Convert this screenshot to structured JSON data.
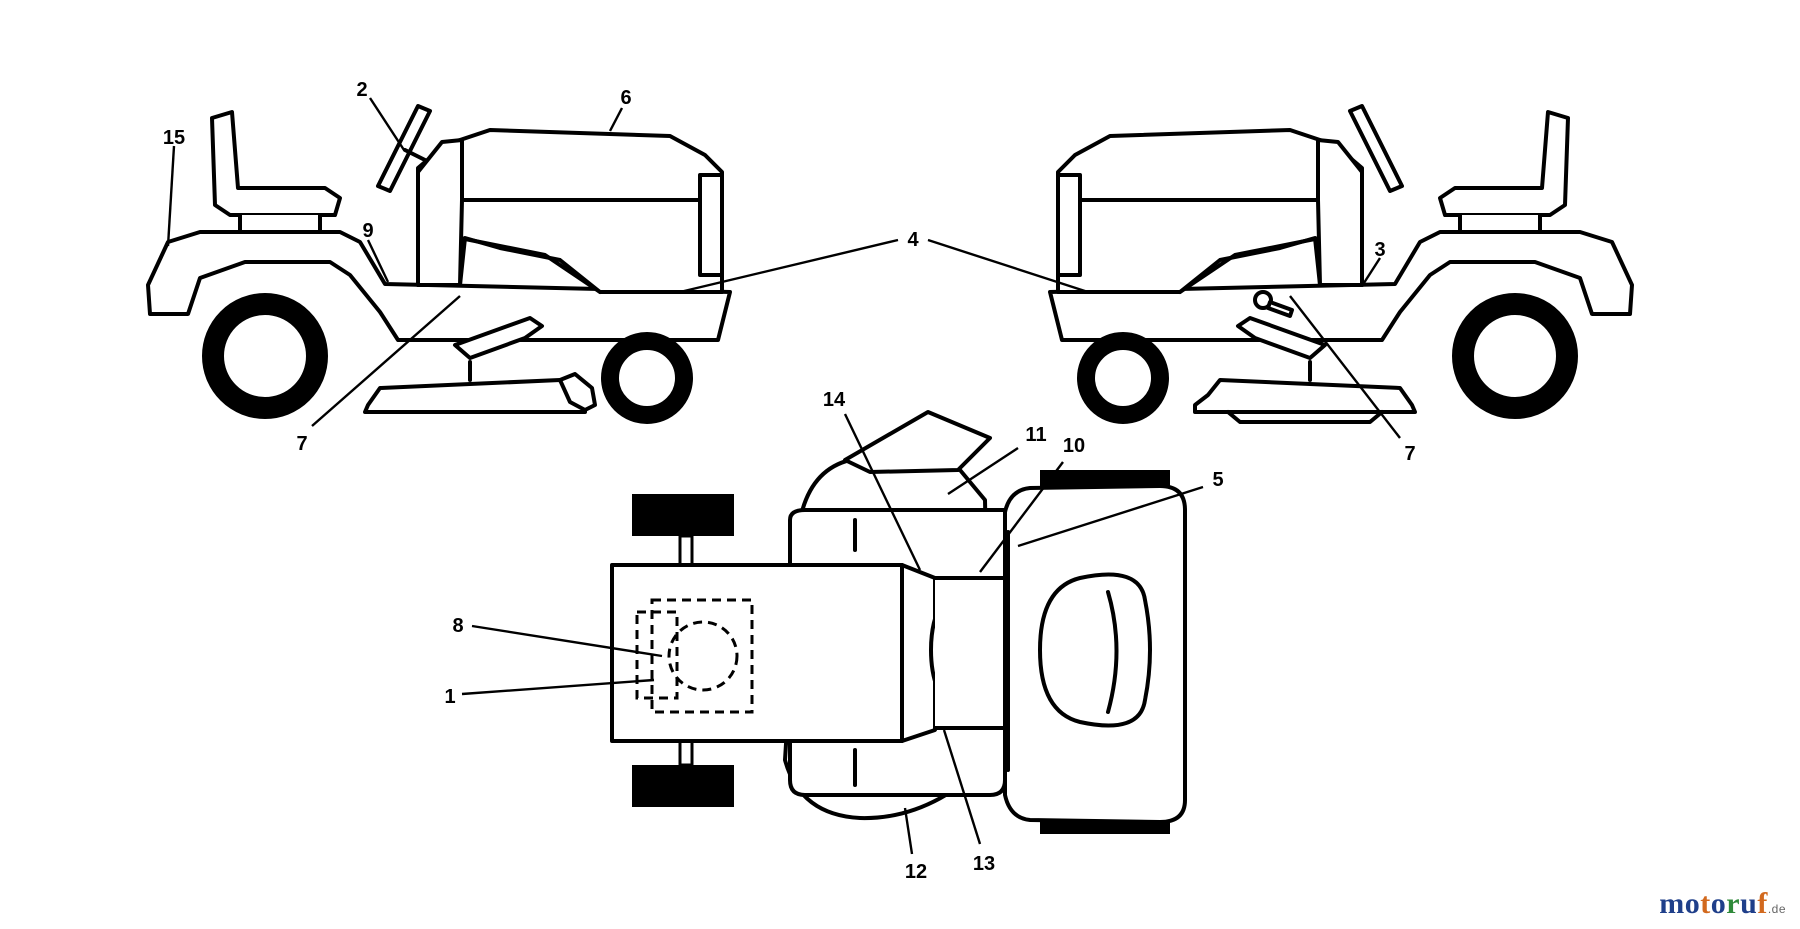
{
  "callouts": {
    "c1": "1",
    "c2": "2",
    "c3": "3",
    "c4": "4",
    "c5": "5",
    "c6": "6",
    "c7_left": "7",
    "c7_right": "7",
    "c8": "8",
    "c9": "9",
    "c10": "10",
    "c11": "11",
    "c12": "12",
    "c13": "13",
    "c14": "14",
    "c15": "15"
  },
  "watermark": {
    "mo": "mo",
    "t": "t",
    "o": "o",
    "r": "r",
    "u": "u",
    "f": "f",
    "suffix": ".de",
    "colors": {
      "primary": "#1f3f8a",
      "accent": "#d2691e",
      "dot": "#2f8a3a"
    }
  }
}
